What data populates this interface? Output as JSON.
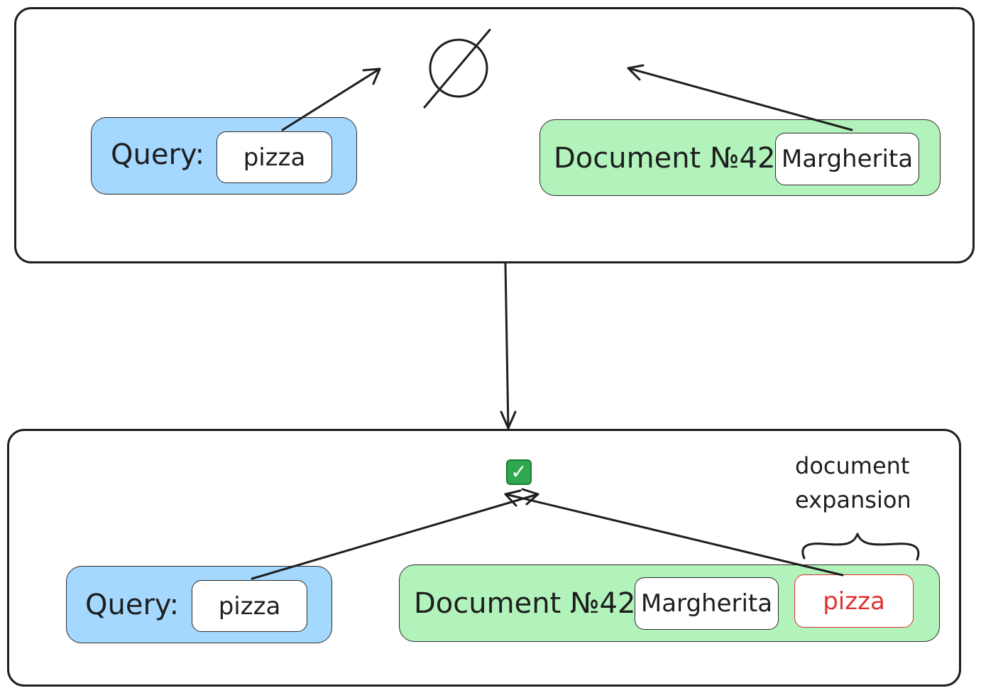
{
  "top": {
    "query_label": "Query:",
    "query_term": "pizza",
    "doc_label": "Document №42:",
    "doc_term": "Margherita",
    "result_icon": "empty-set-icon"
  },
  "bottom": {
    "query_label": "Query:",
    "query_term": "pizza",
    "doc_label": "Document №42:",
    "doc_term": "Margherita",
    "expansion_term": "pizza",
    "expansion_note_line1": "document",
    "expansion_note_line2": "expansion",
    "result_icon": "check-mark-icon",
    "result_glyph": "✓"
  },
  "colors": {
    "query_fill": "#a5d8ff",
    "doc_fill": "#b2f2bb",
    "expansion_text": "#e03131",
    "stroke": "#1e1e1e",
    "check_fill": "#2fa84f"
  }
}
